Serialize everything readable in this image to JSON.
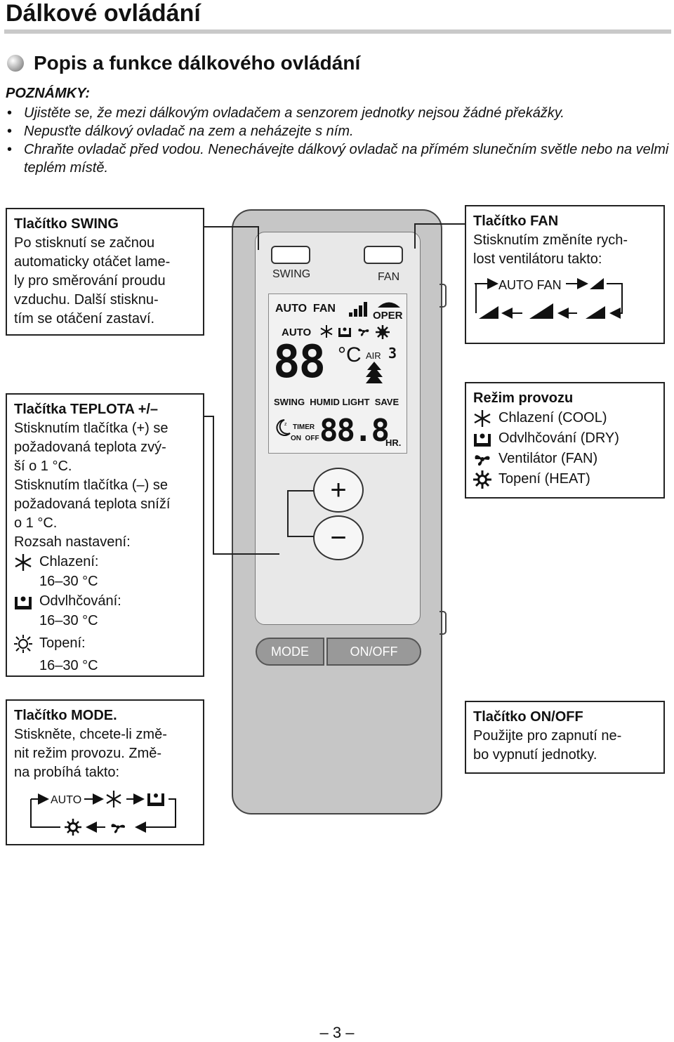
{
  "page_title": "Dálkové ovládání",
  "section_title": "Popis a funkce dálkového ovládání",
  "notes": {
    "title": "POZNÁMKY:",
    "items": [
      "Ujistěte se, že mezi dálkovým ovladačem a senzorem jednotky nejsou žádné překážky.",
      "Nepusťte dálkový ovladač na zem a neházejte s ním.",
      "Chraňte ovladač před vodou. Nenechávejte dálkový ovladač na přímém slunečním světle nebo na velmi teplém místě."
    ]
  },
  "swing_box": {
    "title": "Tlačítko SWING",
    "text": "Po stisknutí se začnou\nautomaticky otáčet lame-\nly pro směrování proudu\nvzduchu. Další stisknu-\ntím se otáčení zastaví."
  },
  "fan_box": {
    "title": "Tlačítko FAN",
    "text": "Stisknutím změníte rych-\nlost ventilátoru takto:",
    "cycle_label": "AUTO FAN"
  },
  "temp_box": {
    "title": "Tlačítka TEPLOTA +/–",
    "text": "Stisknutím tlačítka (+) se\npožadovaná teplota zvý-\nší o 1 °C.\nStisknutím tlačítka (–) se\npožadovaná teplota sníží\no 1 °C.\nRozsah nastavení:",
    "ranges": [
      {
        "icon": "snowflake-icon",
        "mode": "Chlazení:",
        "range": "16–30 °C"
      },
      {
        "icon": "dry-icon",
        "mode": "Odvlhčování:",
        "range": "16–30 °C"
      },
      {
        "icon": "sun-icon",
        "mode": "Topení:",
        "range": "16–30 °C"
      }
    ]
  },
  "mode_box": {
    "title": "Režim provozu",
    "items": [
      {
        "icon": "snowflake-icon",
        "label": "Chlazení (COOL)"
      },
      {
        "icon": "dry-icon",
        "label": "Odvlhčování (DRY)"
      },
      {
        "icon": "fan-icon",
        "label": "Ventilátor (FAN)"
      },
      {
        "icon": "heat-icon",
        "label": "Topení (HEAT)"
      }
    ]
  },
  "mode_btn_box": {
    "title": "Tlačítko MODE.",
    "text": "Stiskněte, chcete-li změ-\nnit režim provozu. Změ-\nna probíhá takto:",
    "cycle_label": "AUTO"
  },
  "onoff_box": {
    "title": "Tlačítko ON/OFF",
    "text": "Použijte pro zapnutí ne-\nbo vypnutí jednotky."
  },
  "remote": {
    "swing_label": "SWING",
    "fan_label": "FAN",
    "lcd": {
      "auto_fan": "AUTO  FAN",
      "oper": "OPER",
      "auto": "AUTO",
      "temp_digits": "88",
      "degc": "°C",
      "air": "AIR",
      "air_digit": "3",
      "functions": "SWING  HUMID LIGHT  SAVE",
      "timer": "TIMER",
      "on_off": "ON  OFF",
      "timer_digits": "88.8",
      "hr": "HR."
    },
    "plus": "+",
    "minus": "−",
    "mode_btn": "MODE",
    "onoff_btn": "ON/OFF"
  },
  "page_number": "– 3 –"
}
